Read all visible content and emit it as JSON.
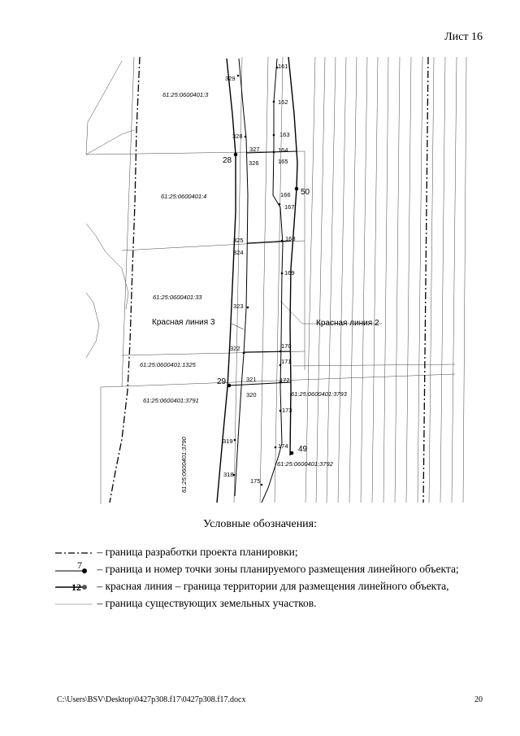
{
  "header": {
    "sheet_label": "Лист 16"
  },
  "map": {
    "parcels": [
      "61:25:0600401:3",
      "61:25:0600401:4",
      "61:25:0600401:33",
      "61:25:0600401:1325",
      "61:25:0600401:3791",
      "61:25:0600401:3790",
      "61:25:0600401:3793",
      "61:25:0600401:3792"
    ],
    "red_lines": [
      "Красная линия 3",
      "Красная линия 2"
    ],
    "zone_points": [
      "28",
      "29",
      "49",
      "50"
    ],
    "points_left": [
      "329",
      "328",
      "327",
      "326",
      "325",
      "324",
      "323",
      "322",
      "321",
      "320",
      "319",
      "318"
    ],
    "points_right": [
      "161",
      "162",
      "163",
      "164",
      "165",
      "166",
      "167",
      "168",
      "169",
      "170",
      "171",
      "172",
      "173",
      "174",
      "175"
    ]
  },
  "legend": {
    "title": "Условные обозначения:",
    "items": [
      {
        "text": "– граница разработки проекта планировки;"
      },
      {
        "symbol_number": "7",
        "text": "– граница и номер точки зоны планируемого размещения линейного объекта;"
      },
      {
        "symbol_number": "12",
        "text": "– красная линия – граница территории для размещения линейного объекта,"
      },
      {
        "text": "– граница существующих земельных участков."
      }
    ]
  },
  "footer": {
    "path": "C:\\Users\\BSV\\Desktop\\0427p308.f17\\0427p308.f17.docx",
    "page_number": "20"
  }
}
